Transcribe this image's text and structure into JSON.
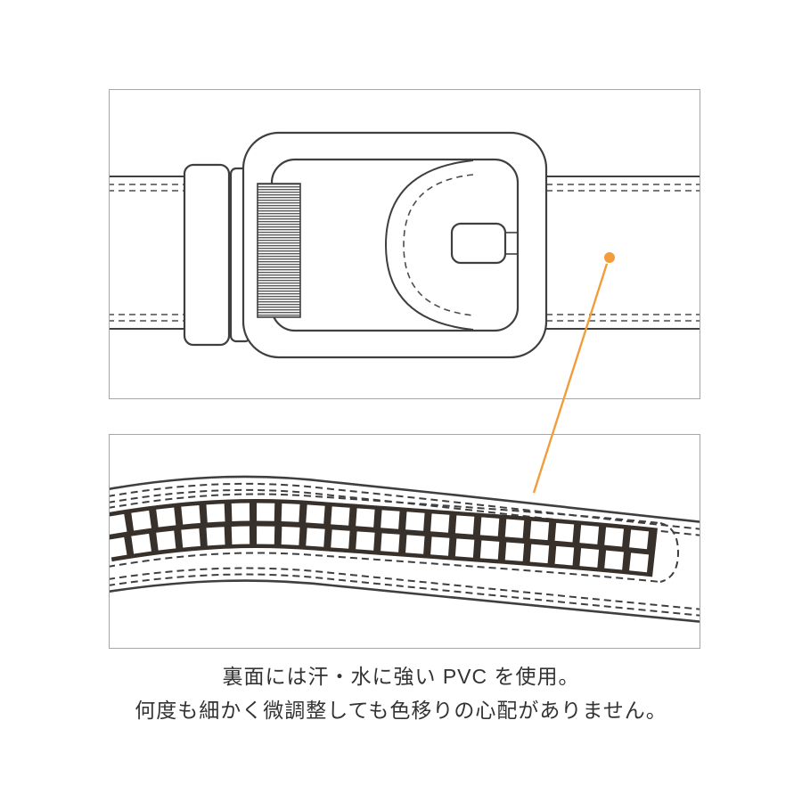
{
  "caption": {
    "line1": "裏面には汗・水に強い PVC を使用。",
    "line2": "何度も細かく微調整しても色移りの心配がありません。"
  },
  "colors": {
    "background": "#ffffff",
    "line_art": "#3f3f3f",
    "panel_border": "#a6a6a6",
    "accent_orange": "#f29d3b",
    "ratchet_dark": "#38302a",
    "text": "#333333"
  },
  "illustrations": {
    "top": "belt-front-with-ratchet-buckle",
    "bottom": "belt-back-ratchet-track-closeup"
  }
}
